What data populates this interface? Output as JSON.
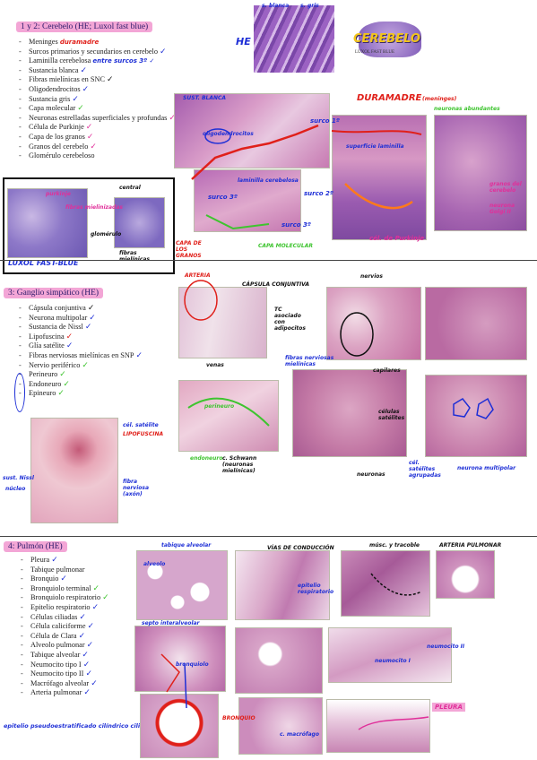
{
  "sections": [
    {
      "title": "1 y 2: Cerebelo (HE; Luxol fast blue)",
      "items": [
        {
          "text": "Meninges",
          "note": "duramadre",
          "color": "#e0201a"
        },
        {
          "text": "Surcos primarios y secundarios en cerebelo",
          "note": "",
          "check": "✓",
          "color": "#1e2fd6"
        },
        {
          "text": "Laminilla cerebelosa",
          "note": "entre surcos 3º ✓",
          "color": "#1e2fd6"
        },
        {
          "text": "Sustancia blanca",
          "check": "✓",
          "color": "#1e2fd6"
        },
        {
          "text": "Fibras mielínicas en SNC",
          "check": "✓",
          "color": "#111111"
        },
        {
          "text": "Oligodendrocitos",
          "check": "✓",
          "color": "#1e2fd6"
        },
        {
          "text": "Sustancia gris",
          "check": "✓",
          "color": "#1e2fd6"
        },
        {
          "text": "Capa molecular",
          "check": "✓",
          "color": "#3ec42f"
        },
        {
          "text": "Neuronas estrelladas superficiales y profundas",
          "check": "✓",
          "color": "#e0309a"
        },
        {
          "text": "Célula de Purkinje",
          "check": "✓",
          "color": "#e0309a"
        },
        {
          "text": "Capa de los granos",
          "check": "✓",
          "color": "#e0309a"
        },
        {
          "text": "Granos del cerebelo",
          "check": "✓",
          "color": "#e0309a"
        },
        {
          "text": "Glomérulo cerebeloso",
          "check": "",
          "color": "#111111"
        }
      ]
    },
    {
      "title": "3: Ganglio simpático (HE)",
      "items": [
        {
          "text": "Cápsula conjuntiva",
          "check": "✓",
          "color": "#111111"
        },
        {
          "text": "Neurona multipolar",
          "check": "✓",
          "color": "#1e2fd6"
        },
        {
          "text": "Sustancia de Nissl",
          "check": "✓",
          "color": "#1e2fd6"
        },
        {
          "text": "Lipofuscina",
          "check": "✓",
          "color": "#e0201a"
        },
        {
          "text": "Glía satélite",
          "check": "✓",
          "color": "#1e2fd6"
        },
        {
          "text": "Fibras nerviosas mielínicas en SNP",
          "check": "✓",
          "color": "#1e2fd6"
        },
        {
          "text": "Nervio periférico",
          "check": "✓",
          "color": "#3ec42f"
        },
        {
          "text": "Perineuro",
          "check": "✓",
          "color": "#3ec42f"
        },
        {
          "text": "Endoneuro",
          "check": "✓",
          "color": "#3ec42f"
        },
        {
          "text": "Epineuro",
          "check": "✓",
          "color": "#3ec42f"
        }
      ]
    },
    {
      "title": "4: Pulmón (HE)",
      "items": [
        {
          "text": "Pleura",
          "check": "✓",
          "color": "#1e2fd6"
        },
        {
          "text": "Tabique pulmonar",
          "check": "",
          "color": "#111111"
        },
        {
          "text": "Bronquio",
          "check": "✓",
          "color": "#1e2fd6"
        },
        {
          "text": "Bronquiolo terminal",
          "check": "✓",
          "color": "#3ec42f"
        },
        {
          "text": "Bronquiolo respiratorio",
          "check": "✓",
          "color": "#3ec42f"
        },
        {
          "text": "Epitelio respiratorio",
          "check": "✓",
          "color": "#1e2fd6"
        },
        {
          "text": "Células ciliadas",
          "check": "✓",
          "color": "#1e2fd6"
        },
        {
          "text": "Célula caliciforme",
          "check": "✓",
          "color": "#1e2fd6"
        },
        {
          "text": "Célula de Clara",
          "check": "✓",
          "color": "#1e2fd6"
        },
        {
          "text": "Alveolo pulmonar",
          "check": "✓",
          "color": "#1e2fd6"
        },
        {
          "text": "Tabique alveolar",
          "check": "✓",
          "color": "#1e2fd6"
        },
        {
          "text": "Neumocito tipo I",
          "check": "✓",
          "color": "#1e2fd6"
        },
        {
          "text": "Neumocito tipo II",
          "check": "✓",
          "color": "#1e2fd6"
        },
        {
          "text": "Macrófago alveolar",
          "check": "✓",
          "color": "#1e2fd6"
        },
        {
          "text": "Arteria pulmonar",
          "check": "✓",
          "color": "#1e2fd6"
        }
      ]
    }
  ],
  "headings": {
    "he": "HE",
    "cerebelo_logo": "CEREBELO",
    "luxol_fast_blue": "LUXOL FAST-BLUE",
    "luxol_small": "LUXOL FAST BLUE",
    "epitelio_note": "epitelio pseudoestratificado cilíndrico ciliado"
  },
  "labels_cerebelo": {
    "s_blanca": "s. blanca",
    "s_gris": "s. gris",
    "sust_blanca": "SUST. BLANCA",
    "oligodendrocitos": "oligodendrocitos",
    "surco1": "surco 1º",
    "surco2": "surco 2º",
    "surco3a": "surco 3º",
    "surco3b": "surco 3º",
    "laminilla": "laminilla cerebelosa",
    "duramadre": "DURAMADRE",
    "meninges": "(meninges)",
    "superficie": "superficie laminilla",
    "capa_granos": "CAPA DE LOS GRANOS",
    "capa_mol": "CAPA MOLECULAR",
    "cel_purkinje": "cél. de Purkinje",
    "purkinje": "purkinje",
    "fibras": "fibras mielinizadas",
    "central": "central",
    "fibras_mielinicas": "fibras mielínicas",
    "neurona_golgi": "neurona Golgi II",
    "granos": "granos del cerebelo",
    "glomerulo": "glomérulo",
    "neuronas_abundantes": "neuronas abundantes"
  },
  "labels_ganglio": {
    "arteria": "ARTERIA",
    "capsula": "CÁPSULA CONJUNTIVA",
    "te_asociado": "TC asociado con adipocitos",
    "venas": "venas",
    "nervios": "nervios",
    "fibras_mielinicas": "fibras nerviosas mielínicas",
    "capilares": "capilares",
    "celulas_satelites": "células satélites",
    "neuronas": "neuronas",
    "cel_satelite": "cél. satélite",
    "lipofuscina": "LIPOFUSCINA",
    "sust_nissl": "sust. Nissl",
    "nucleo": "núcleo",
    "fibra_nerviosa": "fibra nerviosa (axón)",
    "c_schwann": "c. Schwann (neuronas mielínicas)",
    "endoneuro": "endoneuro",
    "perineuro": "perineuro",
    "cel_satelite_agrupadas": "cél. satélites agrupadas",
    "neurona_multipolar": "neurona multipolar"
  },
  "labels_pulmon": {
    "tabique_alveolar": "tabique alveolar",
    "alveolo": "alveolo",
    "vias_conduccion": "VÍAS DE CONDUCCIÓN",
    "musc_y_tracoble": "músc. y tracoble",
    "arteria_pulmonar": "ARTERIA PULMONAR",
    "bronquiolo": "bronquiolo",
    "bronquio": "BRONQUIO",
    "pleura": "PLEURA",
    "epitelio_respiratorio": "epitelio respiratorio",
    "c_macrofago": "c. macrófago",
    "septo_interalveolar": "septo interalveolar",
    "neumocito_ii": "neumocito II",
    "neumocito_i": "neumocito I"
  },
  "colors": {
    "blue": "#1e2fd6",
    "green": "#3ec42f",
    "pink": "#e0309a",
    "red": "#e0201a",
    "orange": "#ff7a1a",
    "title_bg": "#f3a6d6",
    "tissue_pink": "#c97aa8",
    "tissue_purple": "#8b5fa8",
    "tissue_light": "#e6d2e2"
  }
}
